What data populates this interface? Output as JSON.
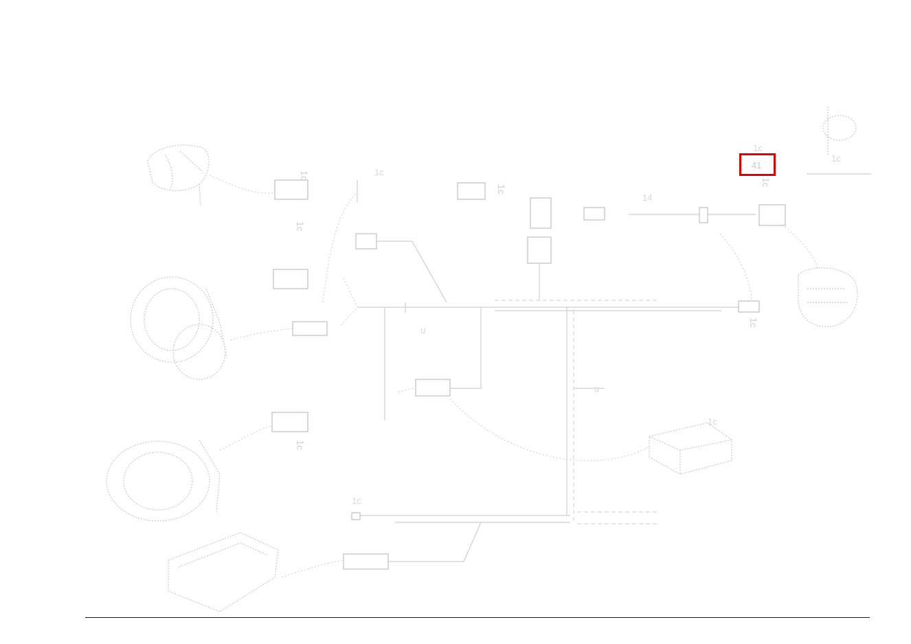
{
  "highlight": {
    "label": "41",
    "color": "#e00000"
  },
  "callouts": {
    "top_small": "1c",
    "connector_top": "1c",
    "wire_14": "14",
    "right_top": "1c",
    "lower_right": "u",
    "box_label": "1c",
    "lower_left": "1c",
    "right_drop": "1c",
    "main_junction": "u"
  },
  "parts": {
    "rear_lamp": "rear-lamp",
    "headlamp_upper": "headlamp-upper",
    "headlamp_lower": "headlamp-lower",
    "battery_box": "battery-box",
    "control_unit": "control-unit",
    "bulb_holder": "bulb-holder",
    "switch_pod": "switch-pod"
  }
}
